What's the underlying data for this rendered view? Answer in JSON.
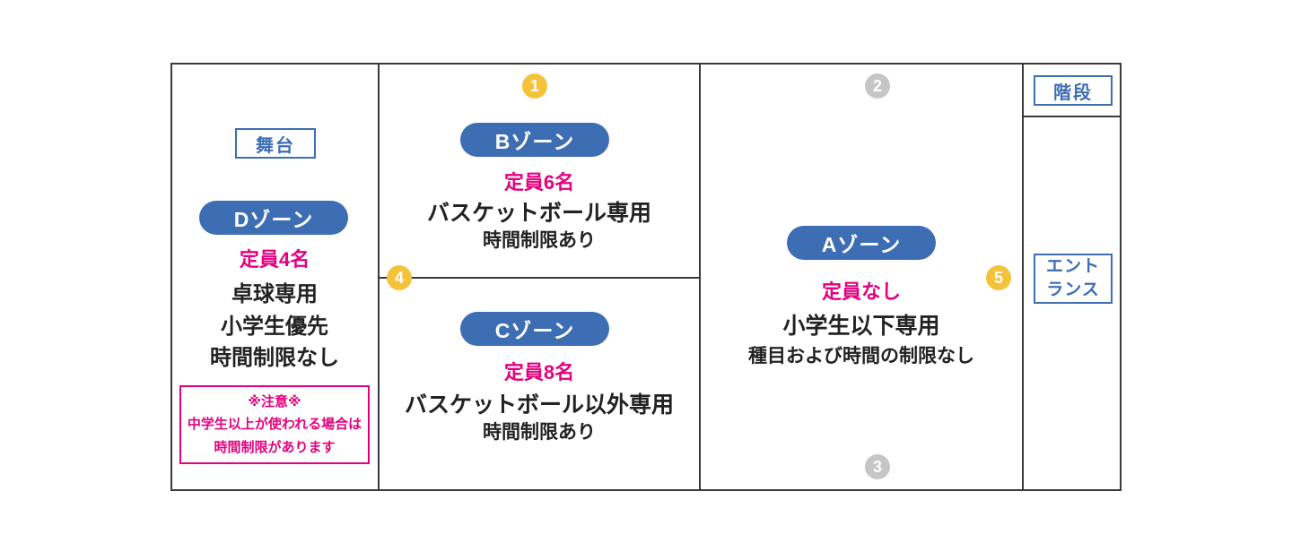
{
  "colors": {
    "zone_blue": "#3d6eb4",
    "accent_pink": "#e4007f",
    "marker_yellow": "#f5c33b",
    "marker_gray": "#c6c6c6",
    "line_dark": "#3a3a3a"
  },
  "facilities": {
    "stage": "舞台",
    "stairs": "階段",
    "entrance_line1": "エント",
    "entrance_line2": "ランス"
  },
  "zones": {
    "d": {
      "name": "Dゾーン",
      "capacity": "定員4名",
      "line1": "卓球専用",
      "line2": "小学生優先",
      "line3": "時間制限なし",
      "note_title": "※注意※",
      "note_line1": "中学生以上が使われる場合は",
      "note_line2": "時間制限があります"
    },
    "b": {
      "name": "Bゾーン",
      "capacity": "定員6名",
      "line1": "バスケットボール専用",
      "line2": "時間制限あり"
    },
    "c": {
      "name": "Cゾーン",
      "capacity": "定員8名",
      "line1": "バスケットボール以外専用",
      "line2": "時間制限あり"
    },
    "a": {
      "name": "Aゾーン",
      "capacity": "定員なし",
      "line1": "小学生以下専用",
      "line2": "種目および時間の制限なし"
    }
  },
  "markers": [
    "1",
    "2",
    "3",
    "4",
    "5"
  ]
}
